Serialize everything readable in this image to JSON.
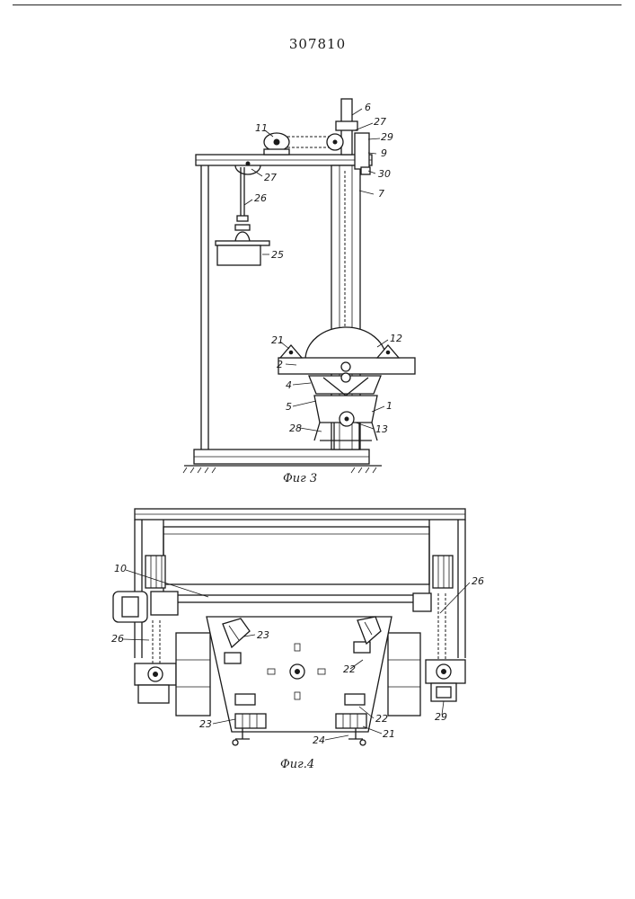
{
  "patent_number": "307810",
  "fig3": {
    "caption": "Фиг 3",
    "labels": {
      "l6": "6",
      "l27a": "27",
      "l29": "29",
      "l9": "9",
      "l11": "11",
      "l27b": "27",
      "l30": "30",
      "l7": "7",
      "l26": "26",
      "l25": "25",
      "l21": "21",
      "l12": "12",
      "l2": "2",
      "l4": "4",
      "l5": "5",
      "l1": "1",
      "l28": "28",
      "l13": "13"
    }
  },
  "fig4": {
    "caption": "Фиг.4",
    "labels": {
      "l10": "10",
      "l26a": "26",
      "l26b": "26",
      "l23a": "23",
      "l22a": "22",
      "l22b": "22",
      "l23b": "23",
      "l24": "24",
      "l21": "21",
      "l29": "29"
    }
  }
}
